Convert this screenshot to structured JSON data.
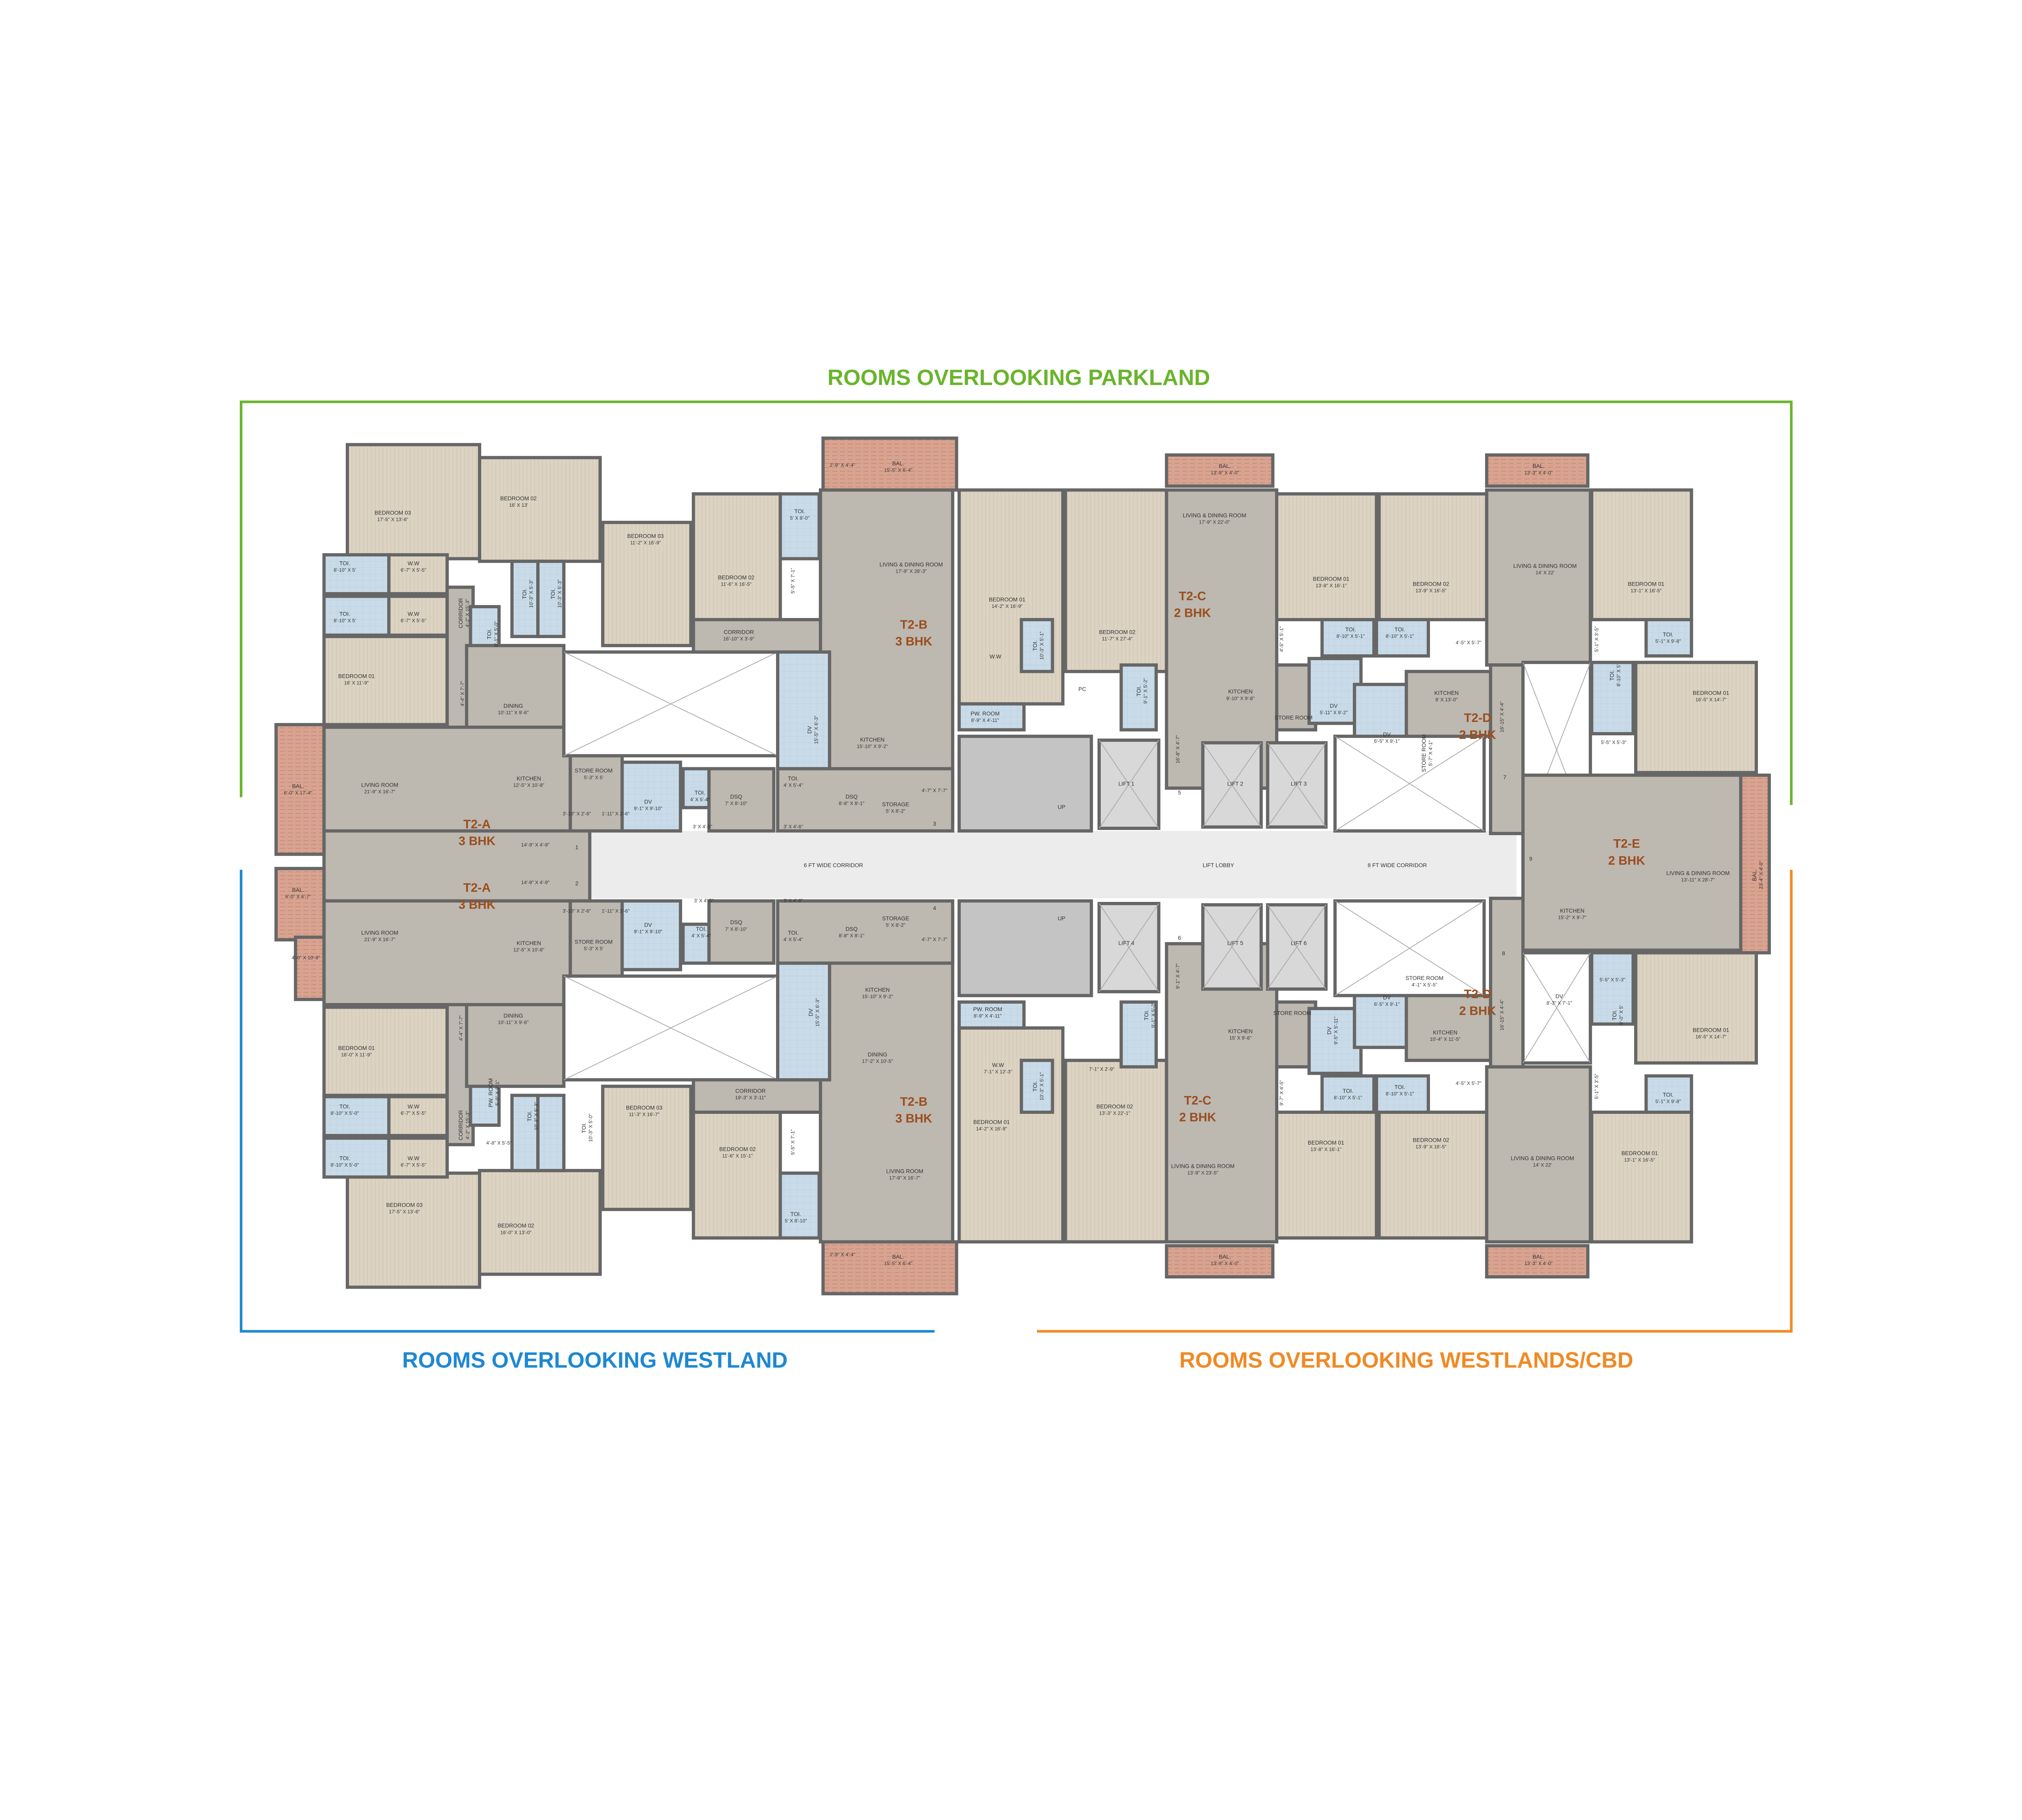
{
  "headings": {
    "parkland": "ROOMS OVERLOOKING PARKLAND",
    "westland": "ROOMS OVERLOOKING WESTLAND",
    "cbd": "ROOMS OVERLOOKING WESTLANDS/CBD"
  },
  "colors": {
    "parkland": "#6ab42d",
    "westland": "#1e88d2",
    "cbd": "#f08a24",
    "unit_tag": "#9a4e1f"
  },
  "units": [
    {
      "name": "T2-A",
      "type": "3 BHK"
    },
    {
      "name": "T2-A",
      "type": "3 BHK"
    },
    {
      "name": "T2-B",
      "type": "3 BHK"
    },
    {
      "name": "T2-B",
      "type": "3 BHK"
    },
    {
      "name": "T2-C",
      "type": "2 BHK"
    },
    {
      "name": "T2-C",
      "type": "2 BHK"
    },
    {
      "name": "T2-D",
      "type": "2 BHK"
    },
    {
      "name": "T2-D",
      "type": "2 BHK"
    },
    {
      "name": "T2-E",
      "type": "2 BHK"
    }
  ],
  "common": [
    "6 FT WIDE CORRIDOR",
    "LIFT LOBBY",
    "8 FT WIDE CORRIDOR",
    "LIFT 1",
    "LIFT 2",
    "LIFT 3",
    "LIFT 4",
    "LIFT 5",
    "LIFT 6",
    "UP",
    "UP",
    "1",
    "2",
    "3",
    "4",
    "5",
    "6",
    "7",
    "8",
    "9"
  ],
  "rooms": [
    {
      "n": "BEDROOM 03",
      "d": "17'-5\" X 13'-6\""
    },
    {
      "n": "BEDROOM 02",
      "d": "16' X 13'"
    },
    {
      "n": "TOI.",
      "d": "8'-10\" X 5'"
    },
    {
      "n": "W.W",
      "d": "6'-7\" X 5'-5\""
    },
    {
      "n": "TOI.",
      "d": "8'-10\" X 5'"
    },
    {
      "n": "W.W",
      "d": "6'-7\" X 5'-5\""
    },
    {
      "n": "BEDROOM 01",
      "d": "16' X 11'-9\""
    },
    {
      "n": "CORRIDOR",
      "d": "4'-2\" X 15'-3\""
    },
    {
      "n": "TOI.",
      "d": "8'-1\" X 5'-0\""
    },
    {
      "n": "TOI.",
      "d": "10'-3\" X 5'-3\""
    },
    {
      "n": "TOI.",
      "d": "10'-3\" X 5'-3\""
    },
    {
      "n": "BEDROOM 03",
      "d": "11'-2\" X 16'-9\""
    },
    {
      "d": "4'-4\" X 7'-7\""
    },
    {
      "n": "DINING",
      "d": "10'-11\" X 9'-6\""
    },
    {
      "n": "LIVING ROOM",
      "d": "21'-9\" X 16'-7\""
    },
    {
      "n": "KITCHEN",
      "d": "12'-5\" X 10'-8\""
    },
    {
      "n": "STORE ROOM",
      "d": "5'-3\" X 5'"
    },
    {
      "n": "DV",
      "d": "9'-1\" X 9'-10\""
    },
    {
      "n": "TOI.",
      "d": "4' X 5'-4\""
    },
    {
      "n": "DSQ",
      "d": "7' X 8'-10\""
    },
    {
      "d": "3'-10\" X 2'-6\""
    },
    {
      "d": "1'-11\" X 2'-6\""
    },
    {
      "d": "3' X 4'-5\""
    },
    {
      "d": "14'-9\" X 4'-9\""
    },
    {
      "n": "BAL.",
      "d": "6'-0\" X 17'-4\""
    },
    {
      "n": "BAL.",
      "d": "15'-5\" X 6'-4\""
    },
    {
      "d": "2'-9\" X 4'-4\""
    },
    {
      "n": "TOI.",
      "d": "5' X 8'-0\""
    },
    {
      "n": "BEDROOM 02",
      "d": "11'-6\" X 16'-5\""
    },
    {
      "d": "5'-5\" X 7'-1\""
    },
    {
      "n": "CORRIDOR",
      "d": "16'-10\" X 3'-9\""
    },
    {
      "n": "LIVING & DINING ROOM",
      "d": "17'-9\" X 28'-3\""
    },
    {
      "n": "DV",
      "d": "15'-5\" X 6'-3\""
    },
    {
      "n": "KITCHEN",
      "d": "15'-10\" X 9'-2\""
    },
    {
      "n": "TOI.",
      "d": "4' X 5'-4\""
    },
    {
      "n": "DSQ",
      "d": "8'-8\" X 8'-1\""
    },
    {
      "n": "STORAGE",
      "d": "5' X 8'-2\""
    },
    {
      "d": "4'-7\" X 7'-7\""
    },
    {
      "d": "3' X 4'-6\""
    },
    {
      "n": "BEDROOM 01",
      "d": "14'-2\" X 16'-9\""
    },
    {
      "n": "W.W"
    },
    {
      "n": "TOI.",
      "d": "10'-3\" X 5'-1\""
    },
    {
      "n": "PW. ROOM",
      "d": "8'-9\" X 4'-11\""
    },
    {
      "n": "BEDROOM 02",
      "d": "11'-7\" X 27'-4\""
    },
    {
      "n": "PC"
    },
    {
      "n": "TOI.",
      "d": "9'-1\" X 5'-2\""
    },
    {
      "n": "LIVING & DINING ROOM",
      "d": "17'-9\" X 22'-0\""
    },
    {
      "n": "BAL.",
      "d": "13'-9\" X 4'-0\""
    },
    {
      "n": "KITCHEN",
      "d": "9'-10\" X 9'-8\""
    },
    {
      "n": "STORE ROOM"
    },
    {
      "d": "4'-5\" X 5'-1\""
    },
    {
      "d": "16'-8\" X 4'-7\""
    },
    {
      "n": "BEDROOM 01",
      "d": "13'-8\" X 16'-1\""
    },
    {
      "n": "BEDROOM 02",
      "d": "13'-9\" X 16'-5\""
    },
    {
      "n": "TOI.",
      "d": "8'-10\" X 5'-1\""
    },
    {
      "n": "TOI.",
      "d": "8'-10\" X 5'-1\""
    },
    {
      "d": "4'-5\" X 5'-7\""
    },
    {
      "n": "DV",
      "d": "5'-11\" X 9'-2\""
    },
    {
      "n": "DV",
      "d": "6'-5\" X 9'-1\""
    },
    {
      "n": "LIVING & DINING ROOM",
      "d": "14' X 22'"
    },
    {
      "n": "BAL.",
      "d": "13'-3\" X 4'-0\""
    },
    {
      "n": "KITCHEN",
      "d": "8' X 13'-0\""
    },
    {
      "n": "STORE ROOM",
      "d": "5'-7\" X 4'-1\""
    },
    {
      "d": "16'-15\" X 4'-4\""
    },
    {
      "n": "BEDROOM 01",
      "d": "13'-1\" X 16'-5\""
    },
    {
      "n": "TOI.",
      "d": "5'-1\" X 9'-8\""
    },
    {
      "d": "5'-1\" X 3'-5\""
    },
    {
      "n": "TOI.",
      "d": "8'-10\" X 5'"
    },
    {
      "n": "BEDROOM 01",
      "d": "16'-5\" X 14'-7\""
    },
    {
      "d": "5'-5\" X 5'-3\""
    },
    {
      "n": "LIVING & DINING ROOM",
      "d": "13'-11\" X 28'-7\""
    },
    {
      "n": "KITCHEN",
      "d": "15'-2\" X 9'-7\""
    },
    {
      "n": "BAL.",
      "d": "23'-4\" X 4'-0\""
    },
    {
      "n": "DV",
      "d": "8'-3\" X 7'-1\""
    },
    {
      "d": "5'-5\" X 5'-3\""
    },
    {
      "n": "TOI.",
      "d": "9'-0\" X 5'"
    },
    {
      "n": "BEDROOM 01",
      "d": "16'-5\" X 14'-7\""
    },
    {
      "n": "STORE ROOM",
      "d": "4'-1\" X 5'-5\""
    },
    {
      "n": "DV",
      "d": "6'-5\" X 9'-1\""
    },
    {
      "n": "KITCHEN",
      "d": "10'-4\" X 11'-5\""
    },
    {
      "d": "16'-15\" X 4'-4\""
    },
    {
      "n": "TOI.",
      "d": "8'-10\" X 5'-1\""
    },
    {
      "n": "TOI.",
      "d": "8'-10\" X 5'-1\""
    },
    {
      "d": "4'-5\" X 5'-7\""
    },
    {
      "n": "BEDROOM 01",
      "d": "13'-8\" X 16'-1\""
    },
    {
      "n": "BEDROOM 02",
      "d": "13'-9\" X 16'-5\""
    },
    {
      "n": "LIVING & DINING ROOM",
      "d": "14' X 22'"
    },
    {
      "n": "BEDROOM 01",
      "d": "13'-1\" X 16'-5\""
    },
    {
      "d": "5'-1\" X 3'-5\""
    },
    {
      "n": "TOI.",
      "d": "5'-1\" X 9'-8\""
    },
    {
      "n": "BAL.",
      "d": "13'-3\" X 4'-0\""
    },
    {
      "n": "KITCHEN",
      "d": "15' X 9'-6\""
    },
    {
      "n": "STORE ROOM"
    },
    {
      "n": "DV",
      "d": "9'-5\" X 5'-11\""
    },
    {
      "n": "PW. ROOM",
      "d": "8'-9\" X 4'-11\""
    },
    {
      "n": "TOI.",
      "d": "9'-1\" X 5'-2\""
    },
    {
      "n": "W.W",
      "d": "7'-1\" X 12'-3\""
    },
    {
      "n": "TOI.",
      "d": "10'-3\" X 5'-1\""
    },
    {
      "d": "7'-1\" X 2'-9\""
    },
    {
      "d": "9'-1\" X 4'-7\""
    },
    {
      "n": "BEDROOM 01",
      "d": "14'-2\" X 16'-9\""
    },
    {
      "n": "BEDROOM 02",
      "d": "13'-3\" X 22'-1\""
    },
    {
      "n": "LIVING & DINING ROOM",
      "d": "13'-9\" X 23'-5\""
    },
    {
      "d": "9'-7\" X 4'-5\""
    },
    {
      "n": "BAL.",
      "d": "13'-9\" X 4'-0\""
    },
    {
      "d": "3' X 4'-6\""
    },
    {
      "n": "TOI.",
      "d": "4' X 5'-4\""
    },
    {
      "n": "DSQ",
      "d": "8'-8\" X 8'-1\""
    },
    {
      "n": "STORAGE",
      "d": "5' X 8'-2\""
    },
    {
      "d": "4'-7\" X 7'-7\""
    },
    {
      "n": "KITCHEN",
      "d": "15'-10\" X 9'-2\""
    },
    {
      "n": "DV",
      "d": "15'-5\" X 6'-3\""
    },
    {
      "n": "DINING",
      "d": "17'-2\" X 10'-5\""
    },
    {
      "n": "LIVING ROOM",
      "d": "17'-9\" X 16'-7\""
    },
    {
      "n": "CORRIDOR",
      "d": "19'-3\" X 3'-11\""
    },
    {
      "n": "BEDROOM 03",
      "d": "11'-3\" X 16'-7\""
    },
    {
      "n": "BEDROOM 02",
      "d": "11'-6\" X 15'-1\""
    },
    {
      "d": "5'-5\" X 7'-1\""
    },
    {
      "n": "TOI.",
      "d": "5' X 8'-10\""
    },
    {
      "d": "2'-9\" X 4'-4\""
    },
    {
      "n": "BAL.",
      "d": "15'-5\" X 6'-4\""
    },
    {
      "d": "14'-9\" X 4'-9\""
    },
    {
      "d": "3'-10\" X 2'-6\""
    },
    {
      "d": "1'-11\" X 2'-6\""
    },
    {
      "n": "DV",
      "d": "9'-1\" X 9'-10\""
    },
    {
      "n": "TOI.",
      "d": "4' X 5'-4\""
    },
    {
      "n": "DSQ",
      "d": "7' X 8'-10\""
    },
    {
      "d": "3' X 4'-5\""
    },
    {
      "n": "KITCHEN",
      "d": "12'-5\" X 10'-8\""
    },
    {
      "n": "STORE ROOM",
      "d": "5'-3\" X 5'"
    },
    {
      "n": "LIVING ROOM",
      "d": "21'-9\" X 16'-7\""
    },
    {
      "n": "DINING",
      "d": "10'-11\" X 9'-6\""
    },
    {
      "n": "BEDROOM 01",
      "d": "16'-0\" X 11'-9\""
    },
    {
      "d": "4'-4\" X 7'-7\""
    },
    {
      "n": "TOI.",
      "d": "8'-10\" X 5'-0\""
    },
    {
      "n": "W.W",
      "d": "6'-7\" X 5'-5\""
    },
    {
      "n": "TOI.",
      "d": "8'-10\" X 5'-0\""
    },
    {
      "n": "W.W",
      "d": "6'-7\" X 5'-5\""
    },
    {
      "n": "CORRIDOR",
      "d": "4'-2\" X 15'-3\""
    },
    {
      "n": "PW. ROOM",
      "d": "5'-0\" X 8'-1\""
    },
    {
      "n": "TOI.",
      "d": "10'-3\" X 5'-3\""
    },
    {
      "n": "TOI.",
      "d": "10'-3\" X 5'-0\""
    },
    {
      "d": "4'-8\" X 5'-5\""
    },
    {
      "n": "BEDROOM 03",
      "d": "17'-5\" X 13'-6\""
    },
    {
      "n": "BEDROOM 02",
      "d": "16'-0\" X 13'-0\""
    },
    {
      "n": "BAL.",
      "d": "6'-0\" X 6'-7\""
    },
    {
      "d": "4'-0\" X 10'-9\""
    }
  ]
}
